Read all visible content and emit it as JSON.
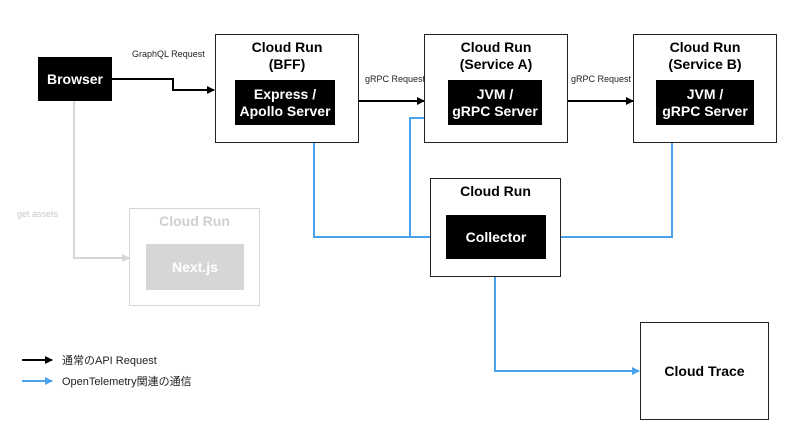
{
  "browser": {
    "label": "Browser"
  },
  "bff": {
    "title": "Cloud Run\n(BFF)",
    "inner": "Express /\nApollo Server"
  },
  "service_a": {
    "title": "Cloud Run\n(Service A)",
    "inner": "JVM /\ngRPC Server"
  },
  "service_b": {
    "title": "Cloud Run\n(Service B)",
    "inner": "JVM /\ngRPC Server"
  },
  "collector_box": {
    "title": "Cloud Run",
    "inner": "Collector"
  },
  "nextjs_box": {
    "title": "Cloud Run",
    "inner": "Next.js"
  },
  "cloud_trace": {
    "label": "Cloud Trace"
  },
  "edges": {
    "graphql": "GraphQL Request",
    "grpc_1": "gRPC Request",
    "grpc_2": "gRPC Request",
    "assets": "get assets"
  },
  "legend": {
    "api": "通常のAPI Request",
    "otel": "OpenTelemetry関連の通信"
  },
  "colors": {
    "api": "#000000",
    "otel": "#4aa3ea",
    "faded": "#d6d6d6"
  }
}
